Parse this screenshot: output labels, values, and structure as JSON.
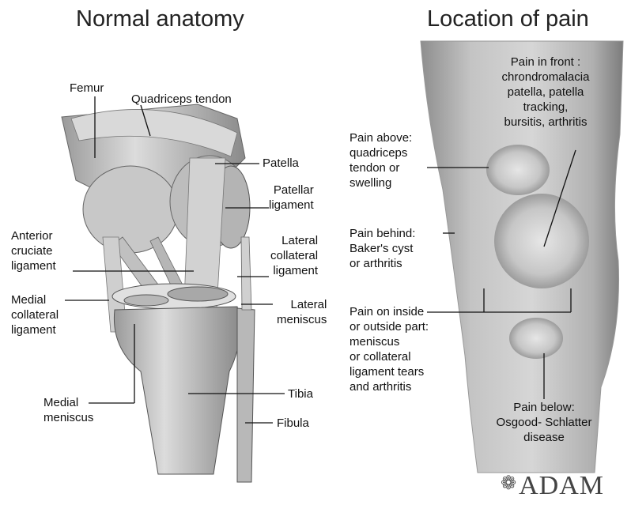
{
  "titles": {
    "left": "Normal anatomy",
    "right": "Location of pain"
  },
  "anatomy_labels": {
    "femur": "Femur",
    "quadriceps_tendon": "Quadriceps tendon",
    "patella": "Patella",
    "patellar_ligament": [
      "Patellar",
      "ligament"
    ],
    "acl": [
      "Anterior",
      "cruciate",
      "ligament"
    ],
    "lcl": [
      "Lateral",
      "collateral",
      "ligament"
    ],
    "mcl": [
      "Medial",
      "collateral",
      "ligament"
    ],
    "lateral_meniscus": [
      "Lateral",
      "meniscus"
    ],
    "medial_meniscus": [
      "Medial",
      "meniscus"
    ],
    "tibia": "Tibia",
    "fibula": "Fibula"
  },
  "pain_labels": {
    "front": [
      "Pain in front :",
      "chrondromalacia",
      "patella, patella",
      "tracking,",
      "bursitis, arthritis"
    ],
    "above": [
      "Pain above:",
      "quadriceps",
      "tendon or",
      "swelling"
    ],
    "behind": [
      "Pain behind:",
      "Baker's cyst",
      "or arthritis"
    ],
    "inside_outside": [
      "Pain on inside",
      "or outside part:",
      "meniscus",
      "or collateral",
      "ligament tears",
      "and arthritis"
    ],
    "below": [
      "Pain below:",
      "Osgood- Schlatter",
      "disease"
    ]
  },
  "logo": {
    "text": "ADAM",
    "icon": "adam-flower-icon"
  }
}
